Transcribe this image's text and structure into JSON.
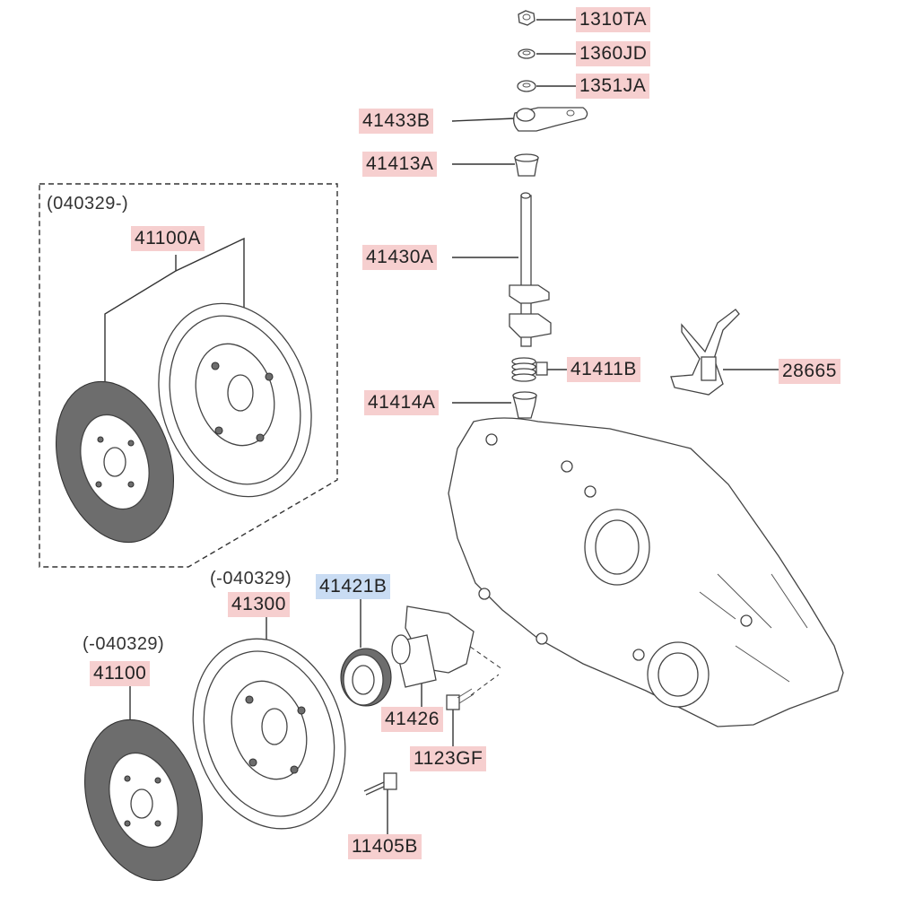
{
  "labels": {
    "p1310TA": "1310TA",
    "p1360JD": "1360JD",
    "p1351JA": "1351JA",
    "p41433B": "41433B",
    "p41413A": "41413A",
    "p41430A": "41430A",
    "p41411B": "41411B",
    "p28665": "28665",
    "p41414A": "41414A",
    "p41100A": "41100A",
    "p41421B": "41421B",
    "p41300": "41300",
    "p41100": "41100",
    "p41426": "41426",
    "p1123GF": "1123GF",
    "p11405B": "11405B"
  },
  "notes": {
    "kit_range": "(040329-)",
    "cover_range": "(-040329)",
    "disc_range": "(-040329)"
  },
  "colors": {
    "highlight": "#f6cfcf",
    "selected": "#c9dcf3",
    "line": "#333333"
  }
}
